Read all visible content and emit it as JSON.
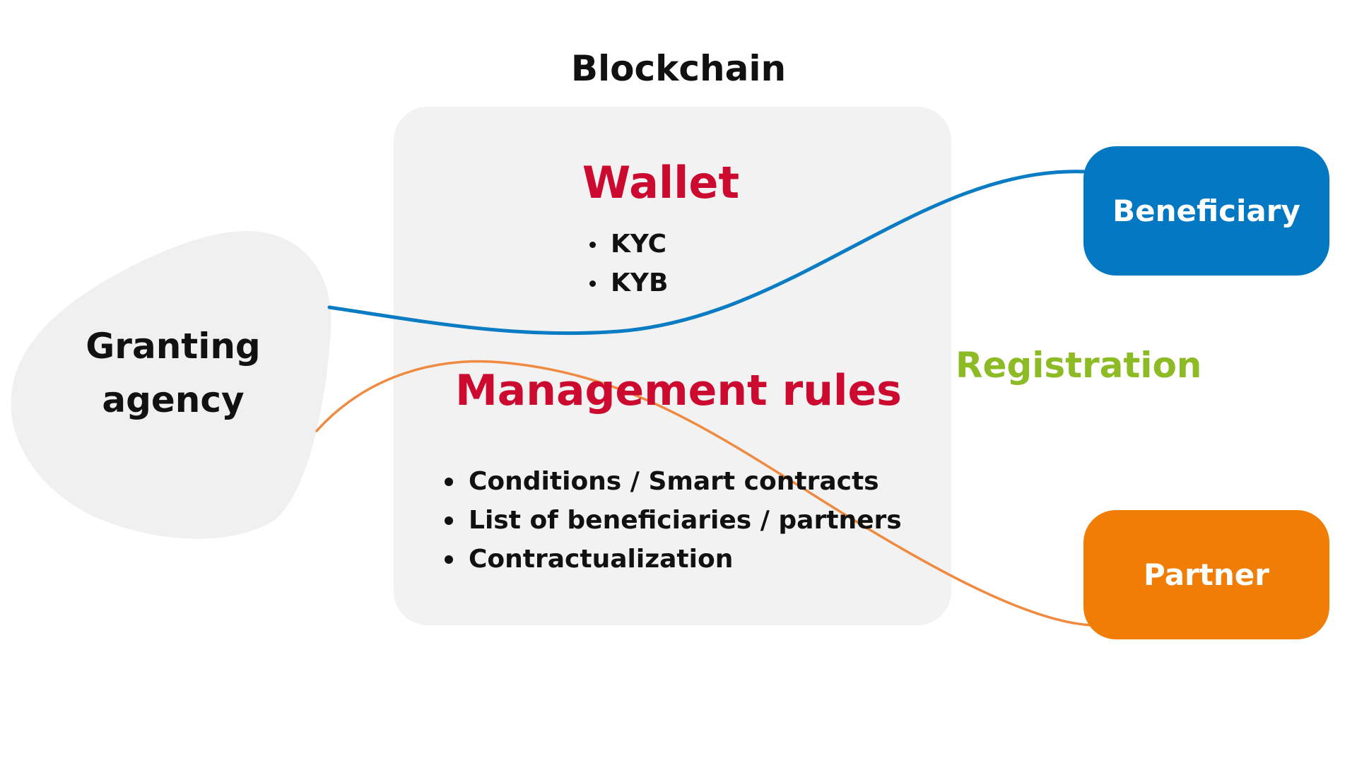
{
  "diagram": {
    "title": "Blockchain",
    "wallet": {
      "title": "Wallet",
      "items": [
        "KYC",
        "KYB"
      ]
    },
    "management_rules": {
      "title": "Management rules",
      "items": [
        "Conditions / Smart contracts",
        "List of beneficiaries / partners",
        "Contractualization"
      ]
    },
    "granting_agency": {
      "line1": "Granting",
      "line2": "agency"
    },
    "registration_label": "Registration",
    "nodes": {
      "beneficiary": "Beneficiary",
      "partner": "Partner"
    },
    "colors": {
      "panel": "#f2f2f2",
      "heading_red": "#cc0a2f",
      "registration_green": "#8dbb25",
      "beneficiary_blue": "#0378c2",
      "partner_orange": "#ef7d06",
      "connector_blue": "#0a7cc4",
      "connector_orange": "#ef8a40"
    }
  }
}
